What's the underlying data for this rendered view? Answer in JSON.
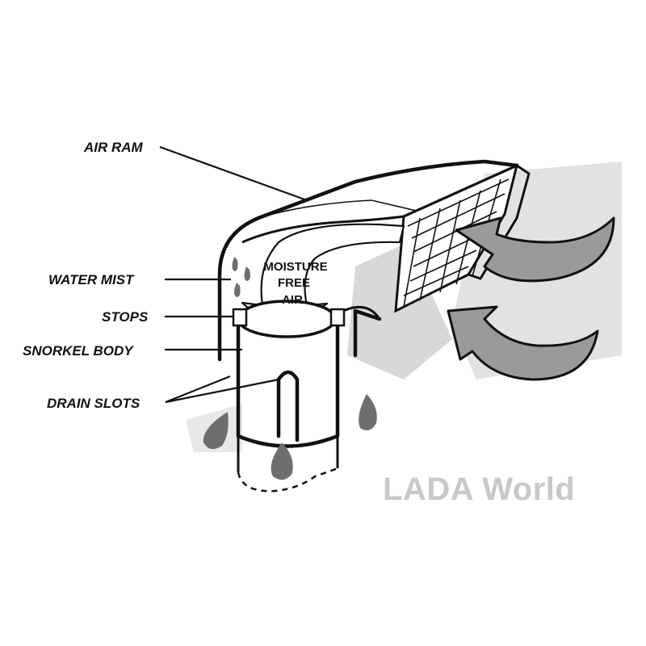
{
  "labels": {
    "air_ram": "AIR RAM",
    "water_mist": "WATER MIST",
    "stops": "STOPS",
    "snorkel_body": "SNORKEL BODY",
    "drain_slots": "DRAIN SLOTS"
  },
  "inner_text": {
    "line1": "MOISTURE",
    "line2": "FREE",
    "line3": "AIR"
  },
  "watermark": "LADA World",
  "colors": {
    "ink": "#111111",
    "shade_light": "#d6d6d6",
    "shade_mid": "#9a9a9a",
    "shade_dark": "#6e6e6e",
    "watermark": "#c8c8c8"
  }
}
